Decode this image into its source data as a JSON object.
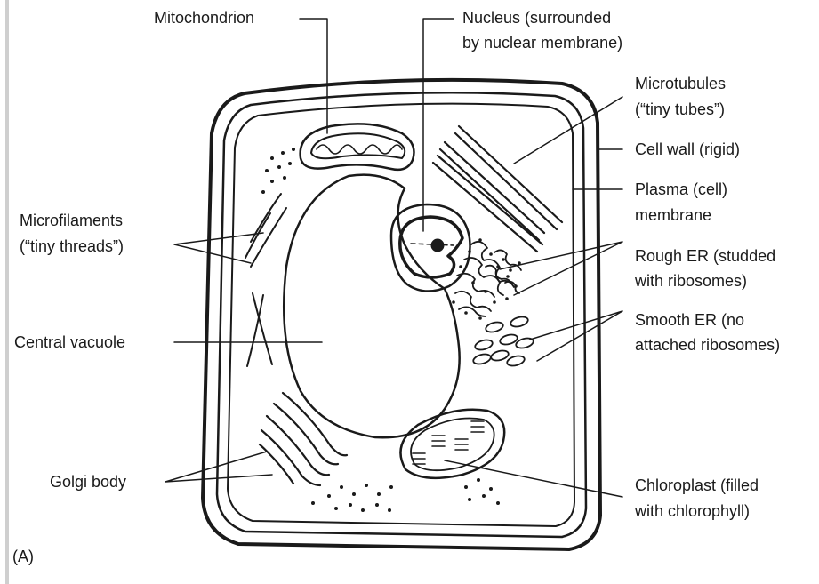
{
  "labels": {
    "mitochondrion": "Mitochondrion",
    "nucleus_1": "Nucleus (surrounded",
    "nucleus_2": "by nuclear membrane)",
    "microtubules_1": "Microtubules",
    "microtubules_2": "(“tiny tubes”)",
    "cell_wall": "Cell wall (rigid)",
    "plasma_1": "Plasma (cell)",
    "plasma_2": "membrane",
    "rough_er_1": "Rough ER (studded",
    "rough_er_2": "with ribosomes)",
    "smooth_er_1": "Smooth ER (no",
    "smooth_er_2": "attached ribosomes)",
    "chloroplast_1": "Chloroplast (filled",
    "chloroplast_2": "with chlorophyll)",
    "microfilaments_1": "Microfilaments",
    "microfilaments_2": "(“tiny threads”)",
    "central_vacuole": "Central vacuole",
    "golgi_body": "Golgi body",
    "panel": "(A)"
  },
  "colors": {
    "ink": "#1a1a1a",
    "background": "#ffffff"
  }
}
